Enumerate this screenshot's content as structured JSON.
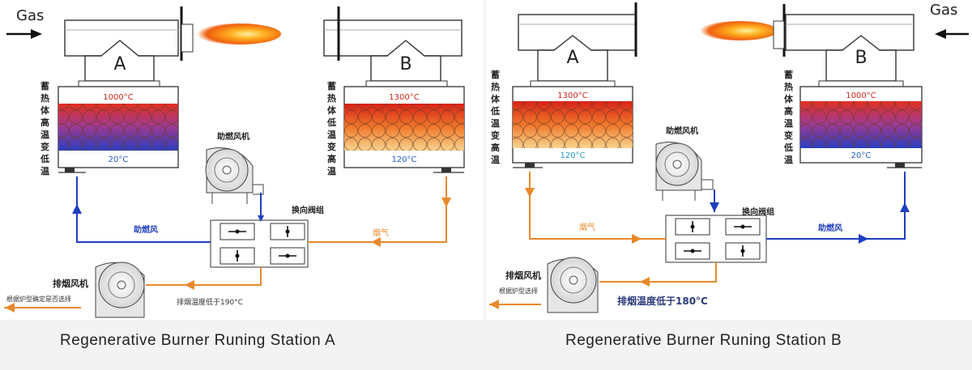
{
  "panels": [
    {
      "id": "A",
      "gas_label": "Gas",
      "burner_a_label": "A",
      "burner_b_label": "B",
      "left_column_text": "蓄热体高温变低温",
      "right_column_text": "蓄热体低温变高温",
      "left_top_temp": "1000°C",
      "left_bottom_temp": "20°C",
      "right_top_temp": "1300°C",
      "right_bottom_temp": "120°C",
      "blower_label": "助燃风机",
      "valve_label": "换向阀组",
      "air_label": "助燃风",
      "flue_label": "烟气",
      "exhaust_fan_label": "排烟风机",
      "exhaust_fan_note": "根据炉型确定是否选择",
      "exhaust_temp_label": "排烟温度低于190°C",
      "caption": "Regenerative Burner Runing Station  A"
    },
    {
      "id": "B",
      "gas_label": "Gas",
      "burner_a_label": "A",
      "burner_b_label": "B",
      "left_column_text": "蓄热体低温变高温",
      "right_column_text": "蓄热体高温变低温",
      "left_top_temp": "1300°C",
      "left_bottom_temp": "120°C",
      "right_top_temp": "1000°C",
      "right_bottom_temp": "20°C",
      "blower_label": "助燃风机",
      "valve_label": "换向阀组",
      "air_label": "助燃风",
      "flue_label": "烟气",
      "exhaust_fan_label": "排烟风机",
      "exhaust_fan_note": "根据炉型选择",
      "exhaust_temp_label": "排烟温度低于180°C",
      "caption": "Regenerative Burner Runing Station  B"
    }
  ],
  "colors": {
    "air_line": "#1f3fbf",
    "flue_line": "#e8892b",
    "hot_bed": "#d32a1f",
    "warm_bed": "#f4c870",
    "cold_bed": "#2a3fc0",
    "temp_hot_text": "#c8261b",
    "temp_cold_text": "#1f5ac8",
    "flame": "#f39a1c"
  },
  "icons": [
    "flame-icon",
    "blower-fan-icon",
    "exhaust-fan-icon",
    "valve-icon",
    "arrow-icon"
  ]
}
